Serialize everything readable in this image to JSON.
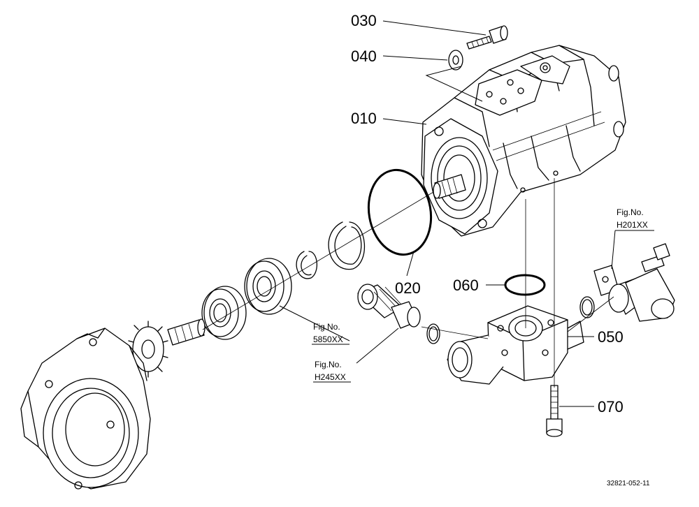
{
  "callouts": {
    "p030": "030",
    "p040": "040",
    "p010": "010",
    "p020": "020",
    "p060": "060",
    "p050": "050",
    "p070": "070"
  },
  "figure_refs": {
    "h201": {
      "line1": "Fig.No.",
      "line2": "H201XX"
    },
    "f5850": {
      "line1": "Fig.No.",
      "line2": "5850XX"
    },
    "h245": {
      "line1": "Fig.No.",
      "line2": "H245XX"
    }
  },
  "footer_code": "32821-052-11"
}
